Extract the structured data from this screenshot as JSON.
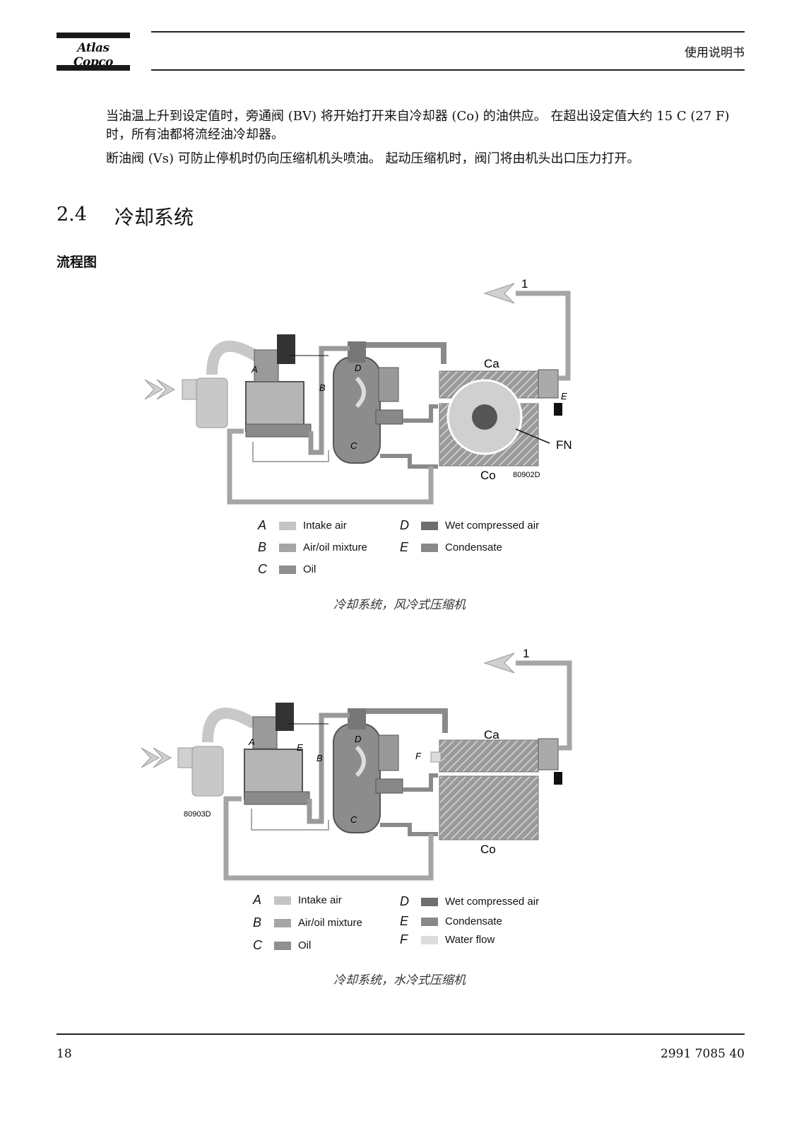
{
  "header": {
    "logo_text": "Atlas Copco",
    "doc_type": "使用说明书"
  },
  "body": {
    "paragraph1": "当油温上升到设定值时，旁通阀 (BV) 将开始打开来自冷却器 (Co) 的油供应。 在超出设定值大约 15  C (27  F) 时，所有油都将流经油冷却器。",
    "paragraph2": "断油阀 (Vs) 可防止停机时仍向压缩机机头喷油。 起动压缩机时，阀门将由机头出口压力打开。"
  },
  "section": {
    "number": "2.4",
    "title": "冷却系统",
    "subheading": "流程图"
  },
  "diagram1": {
    "labels": {
      "one": "1",
      "ca": "Ca",
      "co": "Co",
      "fn": "FN",
      "code": "80902D",
      "a": "A",
      "b": "B",
      "c": "C",
      "d": "D",
      "e": "E"
    },
    "legend": [
      {
        "letter": "A",
        "text": "Intake air",
        "color": "#c4c4c4"
      },
      {
        "letter": "B",
        "text": "Air/oil mixture",
        "color": "#a5a5a5"
      },
      {
        "letter": "C",
        "text": "Oil",
        "color": "#8f8f8f"
      },
      {
        "letter": "D",
        "text": "Wet compressed air",
        "color": "#6e6e6e"
      },
      {
        "letter": "E",
        "text": "Condensate",
        "color": "#888888"
      }
    ],
    "caption": "冷却系统，风冷式压缩机"
  },
  "diagram2": {
    "labels": {
      "one": "1",
      "ca": "Ca",
      "co": "Co",
      "code": "80903D",
      "a": "A",
      "b": "B",
      "c": "C",
      "d": "D",
      "e": "E",
      "f": "F"
    },
    "legend": [
      {
        "letter": "A",
        "text": "Intake air",
        "color": "#c4c4c4"
      },
      {
        "letter": "B",
        "text": "Air/oil mixture",
        "color": "#a5a5a5"
      },
      {
        "letter": "C",
        "text": "Oil",
        "color": "#8f8f8f"
      },
      {
        "letter": "D",
        "text": "Wet compressed air",
        "color": "#6e6e6e"
      },
      {
        "letter": "E",
        "text": "Condensate",
        "color": "#888888"
      },
      {
        "letter": "F",
        "text": "Water flow",
        "color": "#dcdcdc"
      }
    ],
    "caption": "冷却系统，水冷式压缩机"
  },
  "footer": {
    "page_number": "18",
    "doc_number": "2991 7085 40"
  }
}
